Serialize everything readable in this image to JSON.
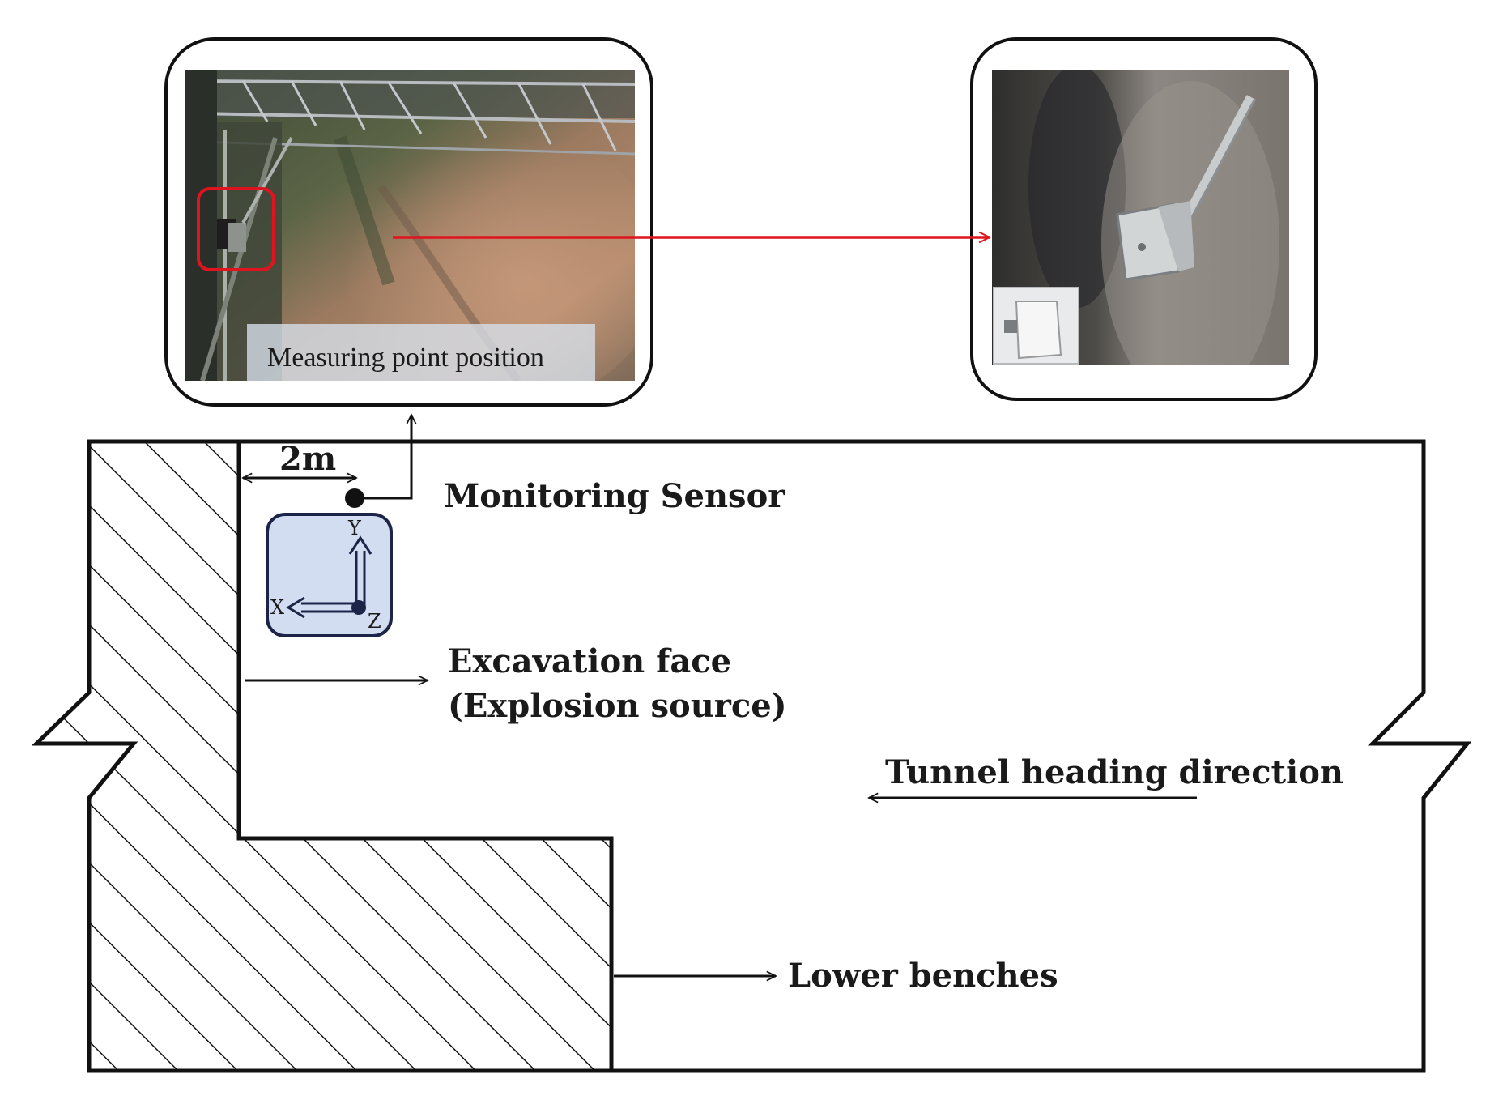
{
  "labels": {
    "photo_caption": "Measuring point position",
    "distance": "2m",
    "sensor": "Monitoring Sensor",
    "excavation_line1": "Excavation face",
    "excavation_line2": "(Explosion source)",
    "heading": "Tunnel heading direction",
    "benches": "Lower benches"
  },
  "axes": {
    "y": "Y",
    "x": "X",
    "z": "Z"
  },
  "colors": {
    "line": "#111111",
    "highlight": "#e0141e",
    "sensor_box_fill": "#d3ddf1",
    "sensor_box_stroke": "#1c2448"
  }
}
